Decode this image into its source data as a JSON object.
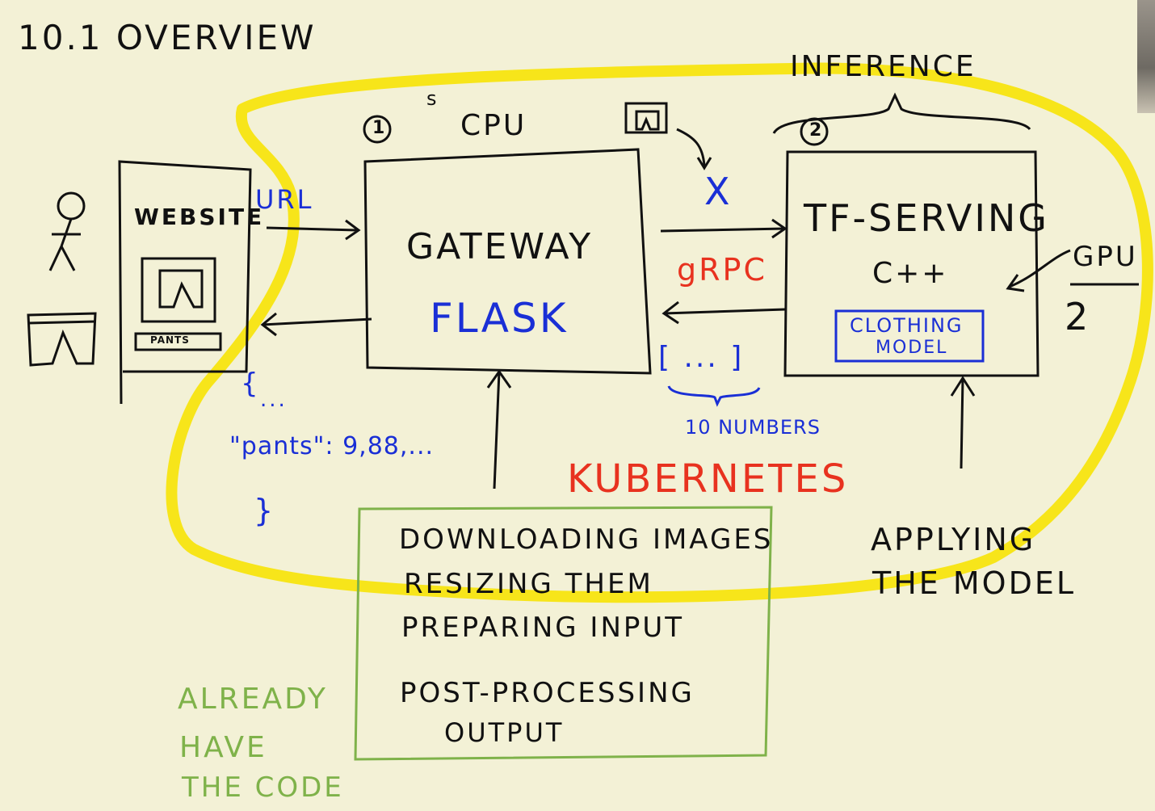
{
  "title": "10.1 OVERVIEW",
  "labels": {
    "website": "WEBSITE",
    "pants_button": "PANTS",
    "url": "URL",
    "step1": "1",
    "step2": "2",
    "cpu_note": "s",
    "cpu": "CPU",
    "gateway": "GATEWAY",
    "flask": "FLASK",
    "x_tensor": "X",
    "grpc": "gRPC",
    "tf_serving": "TF-SERVING",
    "cpp": "C++",
    "clothing_model_line1": "CLOTHING",
    "clothing_model_line2": "MODEL",
    "inference": "INFERENCE",
    "gpu": "GPU",
    "gpu_count": "2",
    "output_array": "[ ... ]",
    "ten_numbers": "10 NUMBERS",
    "json_open": "{",
    "json_dots": "...",
    "json_pants": "\"pants\": 9,88,...",
    "json_close": "}",
    "kubernetes": "KUBERNETES",
    "tasks": [
      "DOWNLOADING IMAGES",
      "RESIZING THEM",
      "PREPARING INPUT",
      "POST-PROCESSING",
      "OUTPUT"
    ],
    "applying_line1": "APPLYING",
    "applying_line2": "THE MODEL",
    "already_line1": "ALREADY",
    "already_line2": "HAVE",
    "already_line3": "THE CODE"
  },
  "colors": {
    "background": "#f3f1d6",
    "ink": "#111111",
    "blue": "#1a2fd6",
    "red": "#e8321f",
    "yellow": "#f7e51a",
    "green": "#7fb24a"
  }
}
